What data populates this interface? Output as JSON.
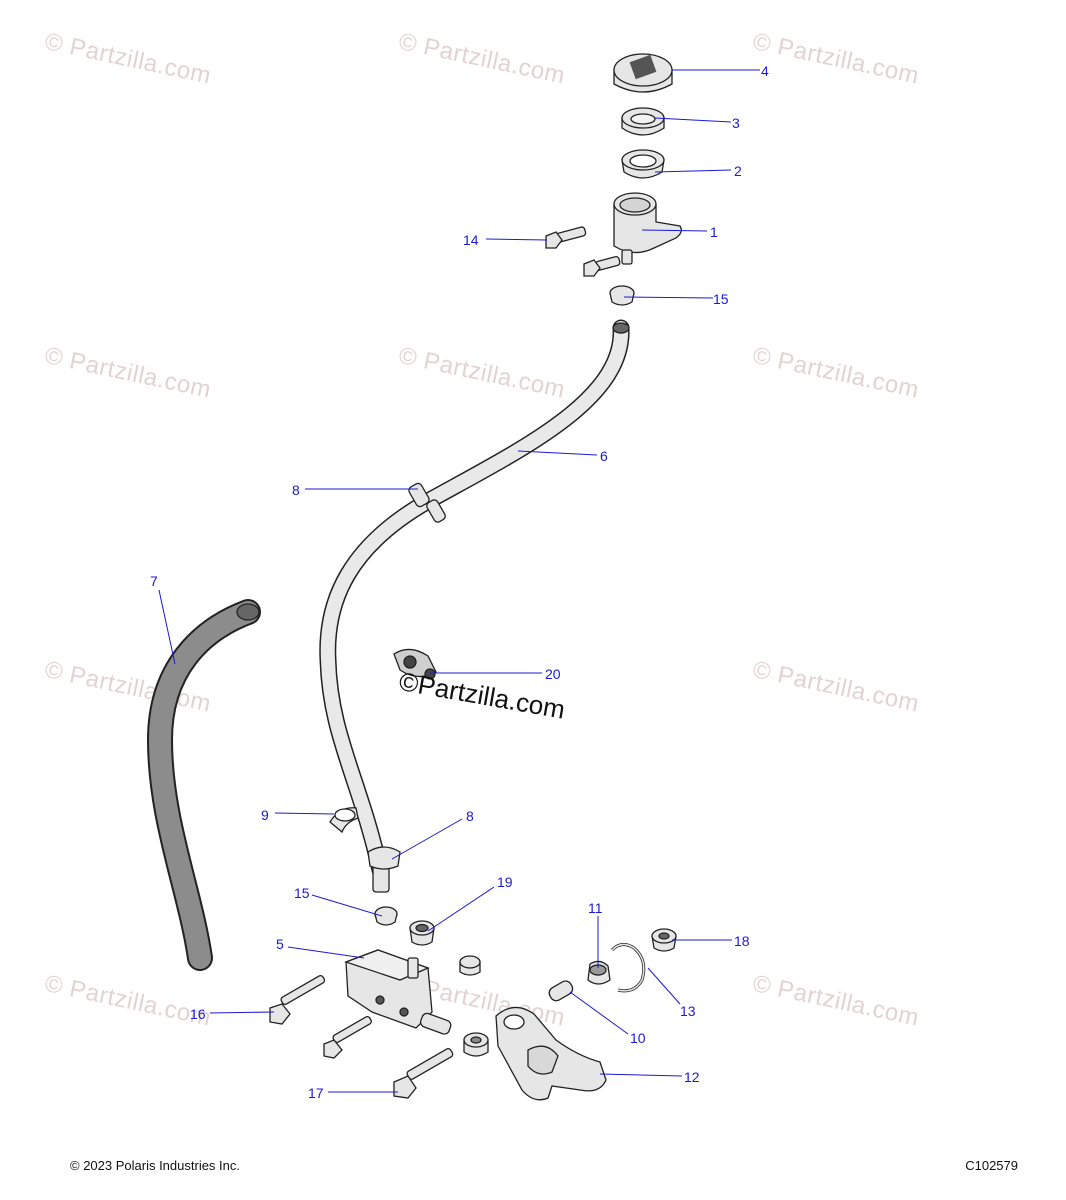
{
  "watermark": {
    "text": "© Partzilla.com"
  },
  "watermark_center": {
    "text": "©Partzilla.com"
  },
  "callouts": {
    "c1": "1",
    "c2": "2",
    "c3": "3",
    "c4": "4",
    "c5": "5",
    "c6": "6",
    "c7": "7",
    "c8a": "8",
    "c8b": "8",
    "c9": "9",
    "c10": "10",
    "c11": "11",
    "c12": "12",
    "c13": "13",
    "c14": "14",
    "c15a": "15",
    "c15b": "15",
    "c16": "16",
    "c17": "17",
    "c18": "18",
    "c19": "19",
    "c20": "20"
  },
  "footer": {
    "copyright": "© 2023 Polaris Industries Inc.",
    "drawing_id": "C102579"
  },
  "colors": {
    "callout": "#1a1ad6",
    "watermark": "#e2d3d3",
    "part_fill": "#e6e6e6",
    "outline": "#222222"
  }
}
